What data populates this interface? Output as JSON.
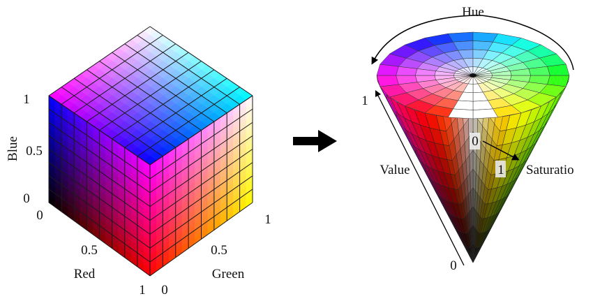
{
  "rgb_cube": {
    "axis_labels": {
      "blue": "Blue",
      "red": "Red",
      "green": "Green"
    },
    "blue_ticks": [
      "1",
      "0.5",
      "0"
    ],
    "red_ticks": [
      "0",
      "0.5",
      "1"
    ],
    "green_ticks": [
      "0",
      "0.5",
      "1"
    ],
    "grid_divisions": 8
  },
  "hsv_cone": {
    "hue_label": "Hue",
    "value_label": "Value",
    "saturation_label": "Saturatio",
    "value_ticks": {
      "top": "1",
      "bottom": "0"
    },
    "saturation_ticks": {
      "center": "0",
      "edge": "1"
    },
    "hue_segments": 24,
    "value_rings": 10
  },
  "colors": {
    "cube_top_corners": [
      "#ffffff",
      "#00ffff",
      "#0000ff",
      "#ff00ff"
    ],
    "cube_left_corners": [
      "#0000ff",
      "#ff00ff",
      "#ff0000",
      "#000000"
    ],
    "cube_right_corners": [
      "#ff00ff",
      "#ffffff",
      "#ffff00",
      "#ff0000"
    ],
    "arrow": "#000000",
    "grid_line": "#1a1a1a"
  }
}
